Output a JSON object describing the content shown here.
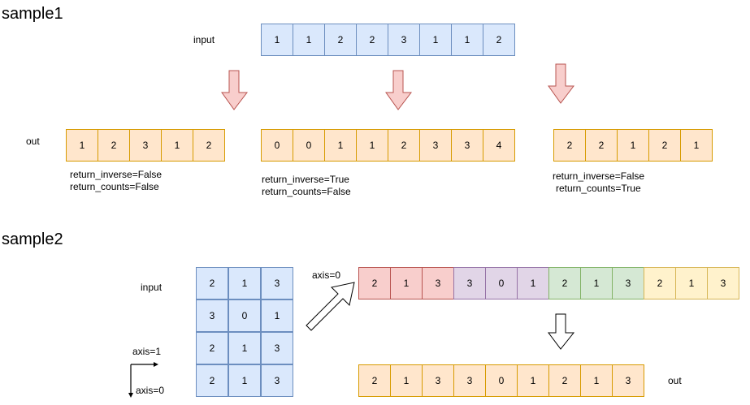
{
  "sample1": {
    "title": "sample1",
    "input_label": "input",
    "out_label": "out",
    "input": [
      1,
      1,
      2,
      2,
      3,
      1,
      1,
      2
    ],
    "outputs": [
      {
        "values": [
          1,
          2,
          3,
          1,
          2
        ],
        "note": [
          "return_inverse=False",
          "return_counts=False"
        ]
      },
      {
        "values": [
          0,
          0,
          1,
          1,
          2,
          3,
          3,
          4
        ],
        "note": [
          "return_inverse=True",
          "return_counts=False"
        ]
      },
      {
        "values": [
          2,
          2,
          1,
          2,
          1
        ],
        "note": [
          "return_inverse=False",
          "return_counts=True"
        ]
      }
    ]
  },
  "sample2": {
    "title": "sample2",
    "input_label": "input",
    "grid": [
      [
        2,
        1,
        3
      ],
      [
        3,
        0,
        1
      ],
      [
        2,
        1,
        3
      ],
      [
        2,
        1,
        3
      ]
    ],
    "axis1_label": "axis=1",
    "axis0_label": "axis=0",
    "arrow_label": "axis=0",
    "flattened": [
      2,
      1,
      3,
      3,
      0,
      1,
      2,
      1,
      3,
      2,
      1,
      3
    ],
    "flattened_group_colors": [
      "red",
      "purple",
      "green",
      "yellow"
    ],
    "result": [
      2,
      1,
      3,
      3,
      0,
      1,
      2,
      1,
      3
    ],
    "out_label": "out"
  },
  "colors": {
    "input_fill": "#dae8fc",
    "output_fill": "#ffe6cc",
    "red_arrow": "#f8cecc"
  }
}
